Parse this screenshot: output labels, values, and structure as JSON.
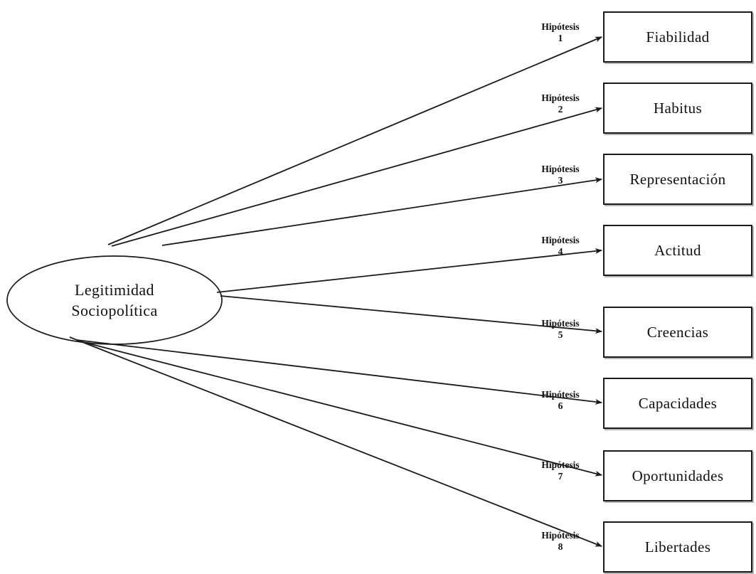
{
  "diagram": {
    "type": "hypothesis-fan-diagram",
    "central_node": {
      "label_line1": "Legitimidad",
      "label_line2": "Sociopolítica",
      "shape": "ellipse"
    },
    "edges": [
      {
        "label": "Hipótesis",
        "number": "1",
        "target": "Fiabilidad"
      },
      {
        "label": "Hipótesis",
        "number": "2",
        "target": "Habitus"
      },
      {
        "label": "Hipótesis",
        "number": "3",
        "target": "Representación"
      },
      {
        "label": "Hipótesis",
        "number": "4",
        "target": "Actitud"
      },
      {
        "label": "Hipótesis",
        "number": "5",
        "target": "Creencias"
      },
      {
        "label": "Hipótesis",
        "number": "6",
        "target": "Capacidades"
      },
      {
        "label": "Hipótesis",
        "number": "7",
        "target": "Oportunidades"
      },
      {
        "label": "Hipótesis",
        "number": "8",
        "target": "Libertades"
      }
    ],
    "nodes": [
      {
        "id": "node-1",
        "label": "Fiabilidad"
      },
      {
        "id": "node-2",
        "label": "Habitus"
      },
      {
        "id": "node-3",
        "label": "Representación"
      },
      {
        "id": "node-4",
        "label": "Actitud"
      },
      {
        "id": "node-5",
        "label": "Creencias"
      },
      {
        "id": "node-6",
        "label": "Capacidades"
      },
      {
        "id": "node-7",
        "label": "Oportunidades"
      },
      {
        "id": "node-8",
        "label": "Libertades"
      }
    ],
    "colors": {
      "stroke": "#1a1a1a",
      "background": "#ffffff",
      "text": "#101010",
      "shadow": "#787878"
    }
  }
}
